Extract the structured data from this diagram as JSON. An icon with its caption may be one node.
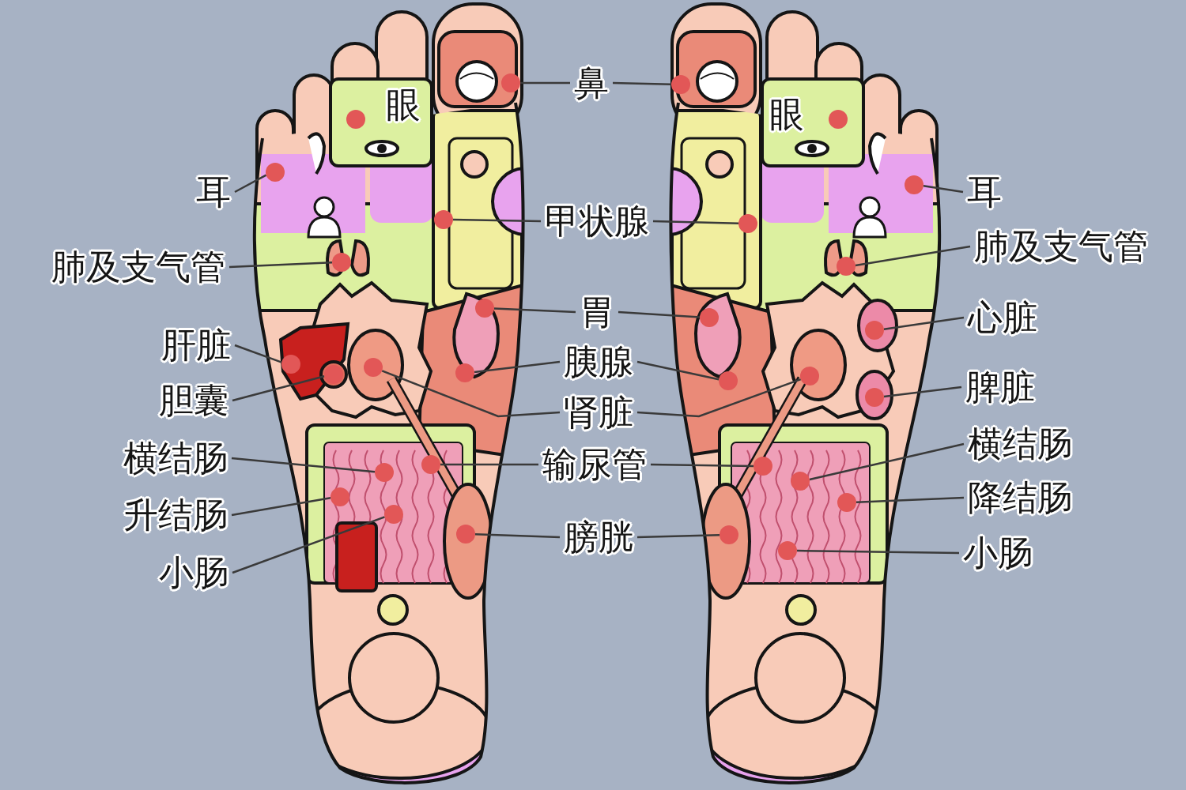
{
  "diagram": {
    "nodes": [
      {
        "text": [
          "鼻"
        ]
      },
      {
        "text": [],
        "shape": "circle"
      },
      {
        "text": [],
        "shape": "circle"
      },
      {
        "text": [
          "耳"
        ]
      },
      {
        "text": [],
        "shape": "circle"
      },
      {
        "text": [
          "耳"
        ]
      },
      {
        "text": [],
        "shape": "circle"
      },
      {
        "text": [
          "甲状腺"
        ]
      },
      {
        "text": [],
        "shape": "circle"
      },
      {
        "text": [],
        "shape": "circle"
      },
      {
        "text": [
          "肺及支气管"
        ]
      },
      {
        "text": [],
        "shape": "circle"
      },
      {
        "text": [
          "肺及支气管"
        ]
      },
      {
        "text": [],
        "shape": "circle"
      },
      {
        "text": [
          "胃"
        ]
      },
      {
        "text": [],
        "shape": "circle"
      },
      {
        "text": [],
        "shape": "circle"
      },
      {
        "text": [
          "心脏"
        ]
      },
      {
        "text": [],
        "shape": "circle"
      },
      {
        "text": [
          "肝脏"
        ]
      },
      {
        "text": [],
        "shape": "circle"
      },
      {
        "text": [
          "胰腺"
        ]
      },
      {
        "text": [],
        "shape": "circle"
      },
      {
        "text": [],
        "shape": "circle"
      },
      {
        "text": [
          "脾脏"
        ]
      },
      {
        "text": [],
        "shape": "circle"
      },
      {
        "text": [
          "胆囊"
        ]
      },
      {
        "text": [],
        "shape": "circle"
      },
      {
        "text": [
          "肾脏"
        ]
      },
      {
        "text": [],
        "shape": "circle"
      },
      {
        "text": [],
        "shape": "circle"
      },
      {
        "text": [
          "横结肠"
        ]
      },
      {
        "text": [],
        "shape": "circle"
      },
      {
        "text": [
          "横结肠"
        ]
      },
      {
        "text": [],
        "shape": "circle"
      },
      {
        "text": [
          "输尿管"
        ]
      },
      {
        "text": [],
        "shape": "circle"
      },
      {
        "text": [],
        "shape": "circle"
      },
      {
        "text": [
          "降结肠"
        ]
      },
      {
        "text": [],
        "shape": "circle"
      },
      {
        "text": [
          "升结肠"
        ]
      },
      {
        "text": [],
        "shape": "circle"
      },
      {
        "text": [
          "膀胱"
        ]
      },
      {
        "text": [],
        "shape": "circle"
      },
      {
        "text": [],
        "shape": "circle"
      },
      {
        "text": [
          "小肠"
        ]
      },
      {
        "text": [],
        "shape": "circle"
      },
      {
        "text": [
          "小肠"
        ]
      },
      {
        "text": [],
        "shape": "circle"
      },
      {
        "text": [],
        "shape": "circle"
      },
      {
        "text": [],
        "shape": "circle"
      }
    ],
    "edges": [
      {
        "from": 0,
        "to": 1,
        "arrow": "none"
      },
      {
        "from": 0,
        "to": 2,
        "arrow": "none"
      },
      {
        "from": 3,
        "to": 4,
        "arrow": "none"
      },
      {
        "from": 5,
        "to": 6,
        "arrow": "none"
      },
      {
        "from": 7,
        "to": 8,
        "arrow": "none"
      },
      {
        "from": 7,
        "to": 9,
        "arrow": "none"
      },
      {
        "from": 10,
        "to": 11,
        "arrow": "none"
      },
      {
        "from": 12,
        "to": 13,
        "arrow": "none"
      },
      {
        "from": 14,
        "to": 15,
        "arrow": "none"
      },
      {
        "from": 14,
        "to": 16,
        "arrow": "none"
      },
      {
        "from": 17,
        "to": 18,
        "arrow": "none"
      },
      {
        "from": 19,
        "to": 20,
        "arrow": "none"
      },
      {
        "from": 21,
        "to": 22,
        "arrow": "none"
      },
      {
        "from": 21,
        "to": 23,
        "arrow": "none"
      },
      {
        "from": 24,
        "to": 25,
        "arrow": "none"
      },
      {
        "from": 26,
        "to": 27,
        "arrow": "none"
      },
      {
        "from": 28,
        "to": 29,
        "arrow": "none"
      },
      {
        "from": 28,
        "to": 30,
        "arrow": "none"
      },
      {
        "from": 31,
        "to": 32,
        "arrow": "none"
      },
      {
        "from": 33,
        "to": 34,
        "arrow": "none"
      },
      {
        "from": 35,
        "to": 36,
        "arrow": "none"
      },
      {
        "from": 35,
        "to": 37,
        "arrow": "none"
      },
      {
        "from": 38,
        "to": 39,
        "arrow": "none"
      },
      {
        "from": 40,
        "to": 41,
        "arrow": "none"
      },
      {
        "from": 42,
        "to": 43,
        "arrow": "none"
      },
      {
        "from": 42,
        "to": 44,
        "arrow": "none"
      },
      {
        "from": 45,
        "to": 46,
        "arrow": "none"
      },
      {
        "from": 47,
        "to": 48,
        "arrow": "none"
      }
    ],
    "labels": [
      "眼",
      "眼"
    ]
  }
}
